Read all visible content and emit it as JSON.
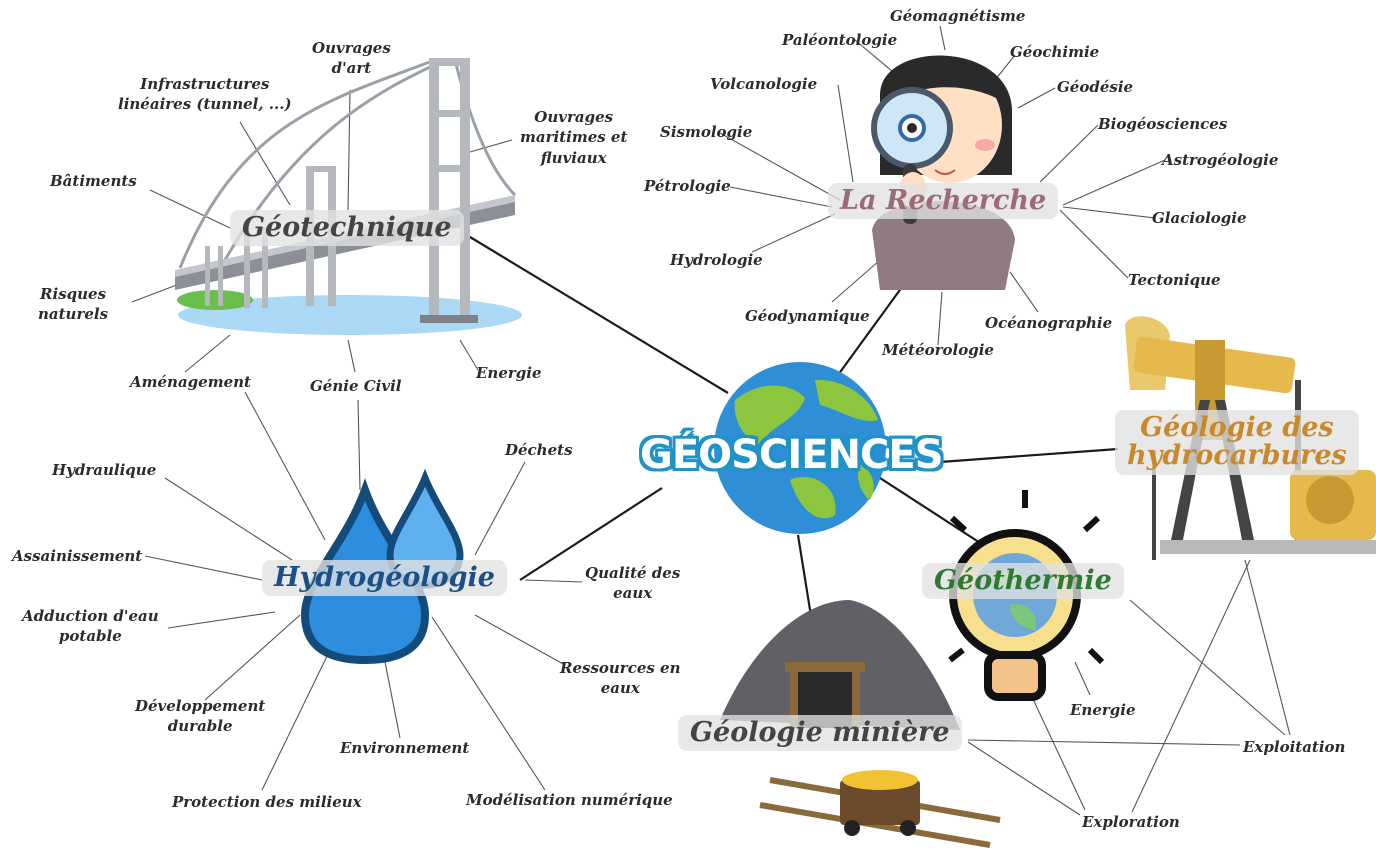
{
  "center": {
    "title": "GÉOSCIENCES"
  },
  "hubs": {
    "geotechnique": "Géotechnique",
    "recherche": "La Recherche",
    "hydrocarbures_line1": "Géologie des",
    "hydrocarbures_line2": "hydrocarbures",
    "geothermie": "Géothermie",
    "miniere": "Géologie minière",
    "hydrogeologie": "Hydrogéologie"
  },
  "geotechnique_terms": {
    "ouvrages_art_1": "Ouvrages",
    "ouvrages_art_2": "d'art",
    "infra_1": "Infrastructures",
    "infra_2": "linéaires (tunnel, ...)",
    "maritimes_1": "Ouvrages",
    "maritimes_2": "maritimes et",
    "maritimes_3": "fluviaux",
    "batiments": "Bâtiments",
    "risques_1": "Risques",
    "risques_2": "naturels",
    "amenagement": "Aménagement",
    "genie_civil": "Génie Civil",
    "energie": "Energie"
  },
  "recherche_terms": {
    "geomagnetisme": "Géomagnétisme",
    "paleontologie": "Paléontologie",
    "geochimie": "Géochimie",
    "geodesie": "Géodésie",
    "volcanologie": "Volcanologie",
    "biogeosciences": "Biogéosciences",
    "sismologie": "Sismologie",
    "astrogeologie": "Astrogéologie",
    "petrologie": "Pétrologie",
    "glaciologie": "Glaciologie",
    "hydrologie": "Hydrologie",
    "tectonique": "Tectonique",
    "geodynamique": "Géodynamique",
    "oceanographie": "Océanographie",
    "meteorologie": "Météorologie"
  },
  "hydrogeologie_terms": {
    "hydraulique": "Hydraulique",
    "dechets": "Déchets",
    "assainissement": "Assainissement",
    "qualite_1": "Qualité des",
    "qualite_2": "eaux",
    "adduction_1": "Adduction d'eau",
    "adduction_2": "potable",
    "ressources_1": "Ressources en",
    "ressources_2": "eaux",
    "developpement_1": "Développement",
    "developpement_2": "durable",
    "environnement": "Environnement",
    "protection": "Protection des milieux",
    "modelisation": "Modélisation numérique"
  },
  "shared_terms": {
    "energie_geo": "Energie",
    "exploitation": "Exploitation",
    "exploration": "Exploration"
  },
  "colors": {
    "hub_default": "#444444",
    "hub_recherche": "#9c6b78",
    "hub_hydrocarbures": "#c9892a",
    "hub_geothermie": "#2f7a33",
    "hub_hydrogeologie": "#1b4f86",
    "globe_ocean": "#2f8fd6",
    "globe_land": "#8cc63f",
    "water_drop": "#2d8ee0",
    "title_outline": "#1f93c8"
  }
}
